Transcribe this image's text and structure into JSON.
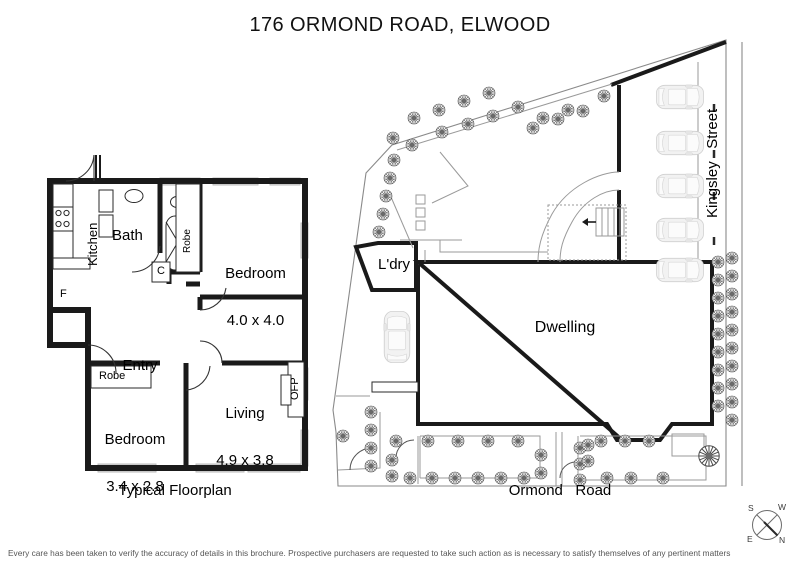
{
  "document": {
    "title": "176 ORMOND ROAD, ELWOOD",
    "footer_disclaimer": "Every care has been taken to verify the accuracy of details in this brochure. Prospective purchasers are requested to take such action as is necessary to satisfy themselves of any pertinent matters"
  },
  "captions": {
    "floorplan": "Typical Floorplan",
    "ormond_road": "Ormond   Road",
    "kingsley_street": "Kingsley   Street"
  },
  "floorplan": {
    "rooms": [
      {
        "id": "kitchen",
        "name": "Kitchen",
        "dimensions": ""
      },
      {
        "id": "bath",
        "name": "Bath",
        "dimensions": ""
      },
      {
        "id": "bedroom1",
        "name": "Bedroom",
        "dimensions": "4.0 x 4.0"
      },
      {
        "id": "bedroom2",
        "name": "Bedroom",
        "dimensions": "3.4 x 2.8"
      },
      {
        "id": "living",
        "name": "Living",
        "dimensions": "4.9 x 3.8"
      },
      {
        "id": "entry",
        "name": "Entry",
        "dimensions": ""
      }
    ],
    "fixtures": [
      {
        "id": "robe-bedroom1",
        "label": "Robe"
      },
      {
        "id": "robe-bedroom2",
        "label": "Robe"
      },
      {
        "id": "cupboard",
        "label": "C"
      },
      {
        "id": "fridge",
        "label": "F"
      },
      {
        "id": "open-fireplace",
        "label": "OFP"
      }
    ]
  },
  "siteplan": {
    "labels": [
      {
        "id": "laundry",
        "text": "L'dry"
      },
      {
        "id": "dwelling",
        "text": "Dwelling"
      }
    ],
    "car_spaces": 5,
    "driveway_car": 1
  },
  "compass": {
    "north": "N",
    "south": "S",
    "east": "E",
    "west": "W"
  },
  "colors": {
    "wall": "#1a1a1a",
    "window": "#c9c9c9",
    "thin_line": "#000000",
    "site_line": "#808080",
    "text": "#000000",
    "footer_text": "#555555",
    "background": "#ffffff",
    "car_fill": "#efefef"
  }
}
